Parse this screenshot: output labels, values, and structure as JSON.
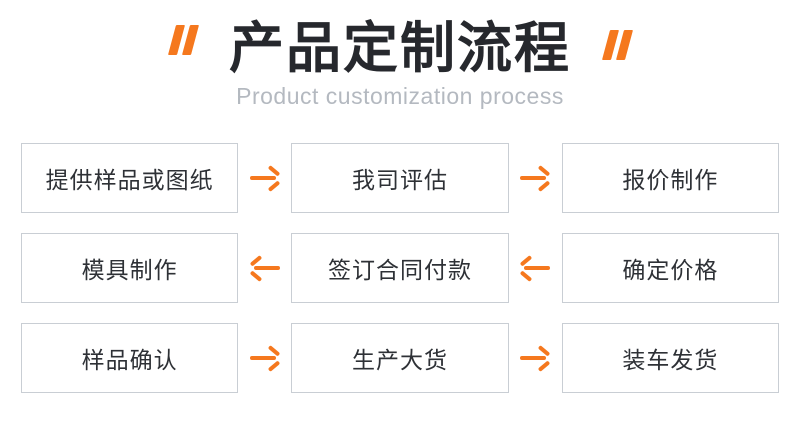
{
  "header": {
    "title": "产品定制流程",
    "subtitle": "Product customization process"
  },
  "colors": {
    "accent": "#f5781e",
    "title_color": "#26282d",
    "subtitle_color": "#b4b9c0",
    "box_border": "#c9ced4",
    "box_text": "#2e3136",
    "bg": "#ffffff"
  },
  "flow": {
    "rows": [
      {
        "direction": "right",
        "steps": [
          "提供样品或图纸",
          "我司评估",
          "报价制作"
        ]
      },
      {
        "direction": "left",
        "steps": [
          "模具制作",
          "签订合同付款",
          "确定价格"
        ]
      },
      {
        "direction": "right",
        "steps": [
          "样品确认",
          "生产大货",
          "装车发货"
        ]
      }
    ]
  }
}
